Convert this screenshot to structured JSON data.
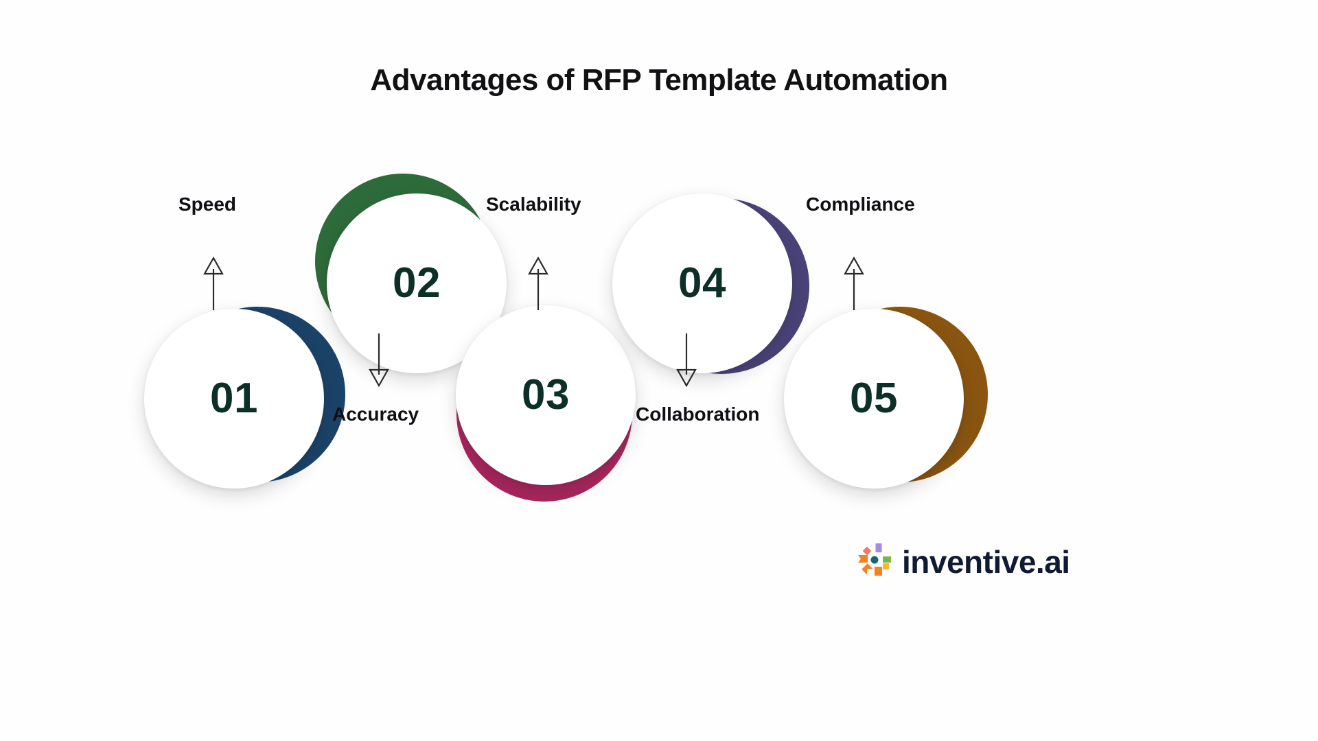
{
  "page": {
    "title": "Advantages of RFP Template Automation",
    "background_color": "#fefefe"
  },
  "steps": [
    {
      "number": "01",
      "label": "Speed",
      "label_position": "above",
      "arrow": "up",
      "ring_color": "#1b4368",
      "number_color": "#0c3027"
    },
    {
      "number": "02",
      "label": "Accuracy",
      "label_position": "below",
      "arrow": "down",
      "ring_color": "#2e6b3a",
      "number_color": "#0c3027"
    },
    {
      "number": "03",
      "label": "Scalability",
      "label_position": "above",
      "arrow": "up",
      "ring_color": "#a8265c",
      "number_color": "#0c3027"
    },
    {
      "number": "04",
      "label": "Collaboration",
      "label_position": "below",
      "arrow": "down",
      "ring_color": "#4a4378",
      "number_color": "#0c3027"
    },
    {
      "number": "05",
      "label": "Compliance",
      "label_position": "above",
      "arrow": "up",
      "ring_color": "#8a5510",
      "number_color": "#0c3027"
    }
  ],
  "logo": {
    "wordmark": "inventive.ai",
    "icon_name": "inventive-pinwheel-icon",
    "wordmark_color": "#101b33",
    "mark_colors": {
      "orange": "#f58220",
      "teal": "#156378",
      "coral": "#f4776b",
      "purple": "#a48ae0",
      "green": "#7ab648",
      "yellow": "#f7b731"
    }
  }
}
